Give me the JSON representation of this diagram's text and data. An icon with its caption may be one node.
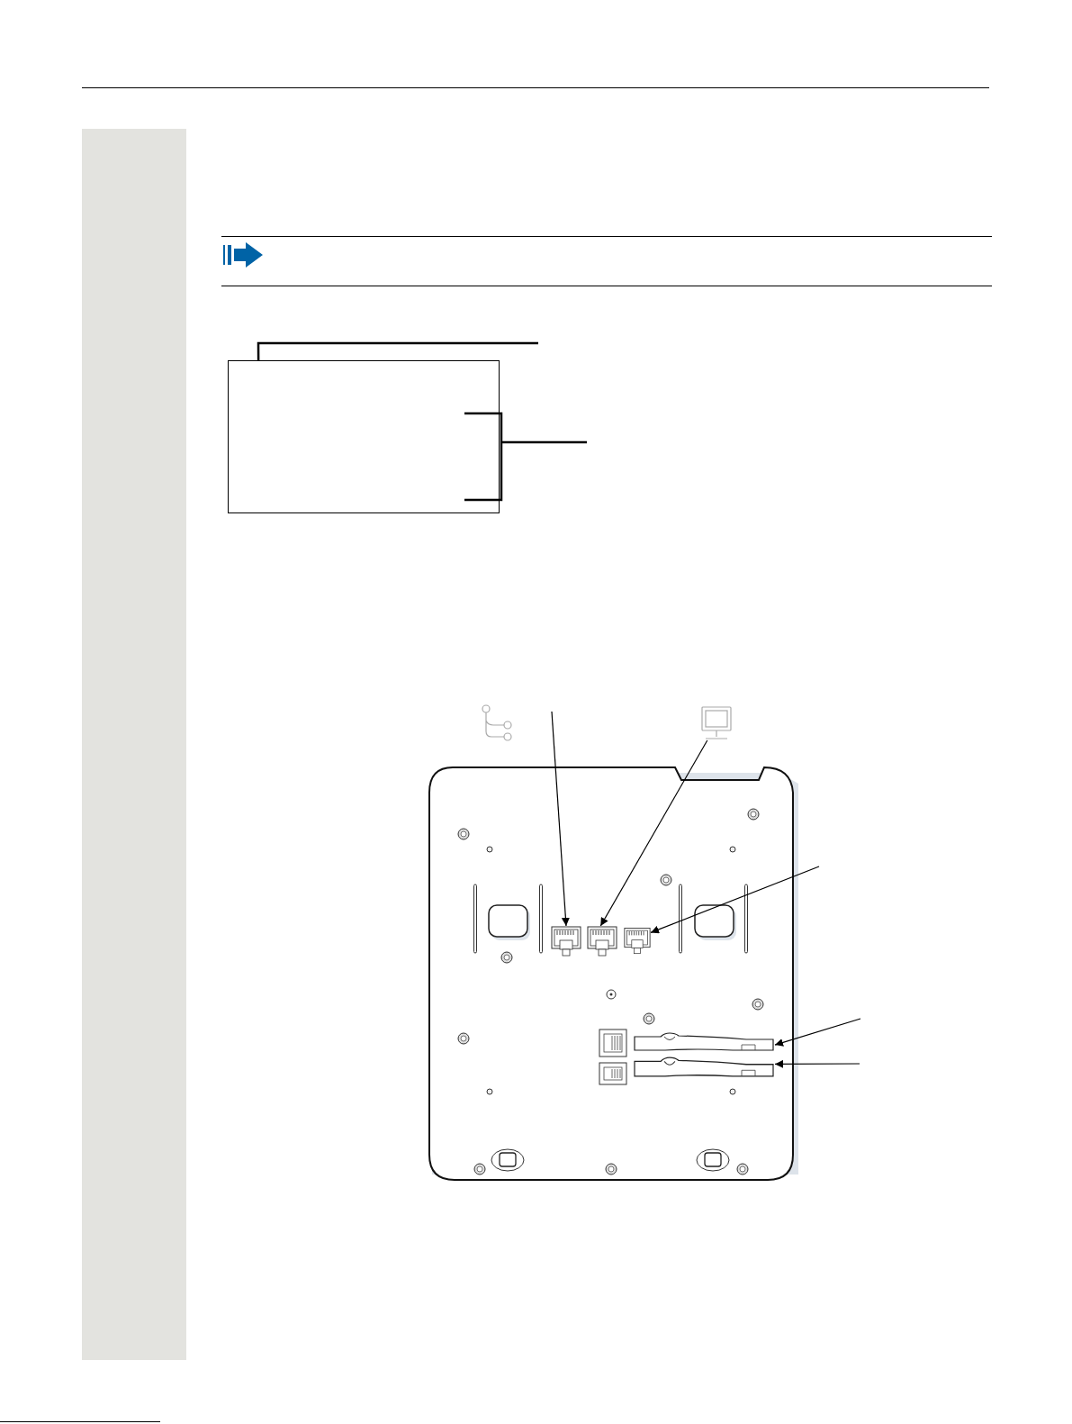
{
  "diagram": {
    "nodes": [
      {
        "text": [],
        "shape": "box"
      },
      {
        "text": [],
        "shape": "picture"
      },
      {
        "text": [],
        "shape": "socket"
      },
      {
        "text": [],
        "shape": "socket"
      },
      {
        "text": [],
        "shape": "socket"
      },
      {
        "text": [],
        "shape": "slot"
      },
      {
        "text": [],
        "shape": "slot"
      }
    ],
    "edges": [
      {
        "from": null,
        "to": 0,
        "arrow": "none"
      },
      {
        "from": null,
        "to": 2,
        "arrow": "to"
      },
      {
        "from": 1,
        "to": 3,
        "arrow": "to"
      },
      {
        "from": null,
        "to": 4,
        "arrow": "to"
      },
      {
        "from": null,
        "to": 5,
        "arrow": "to"
      },
      {
        "from": null,
        "to": 6,
        "arrow": "to"
      }
    ]
  }
}
